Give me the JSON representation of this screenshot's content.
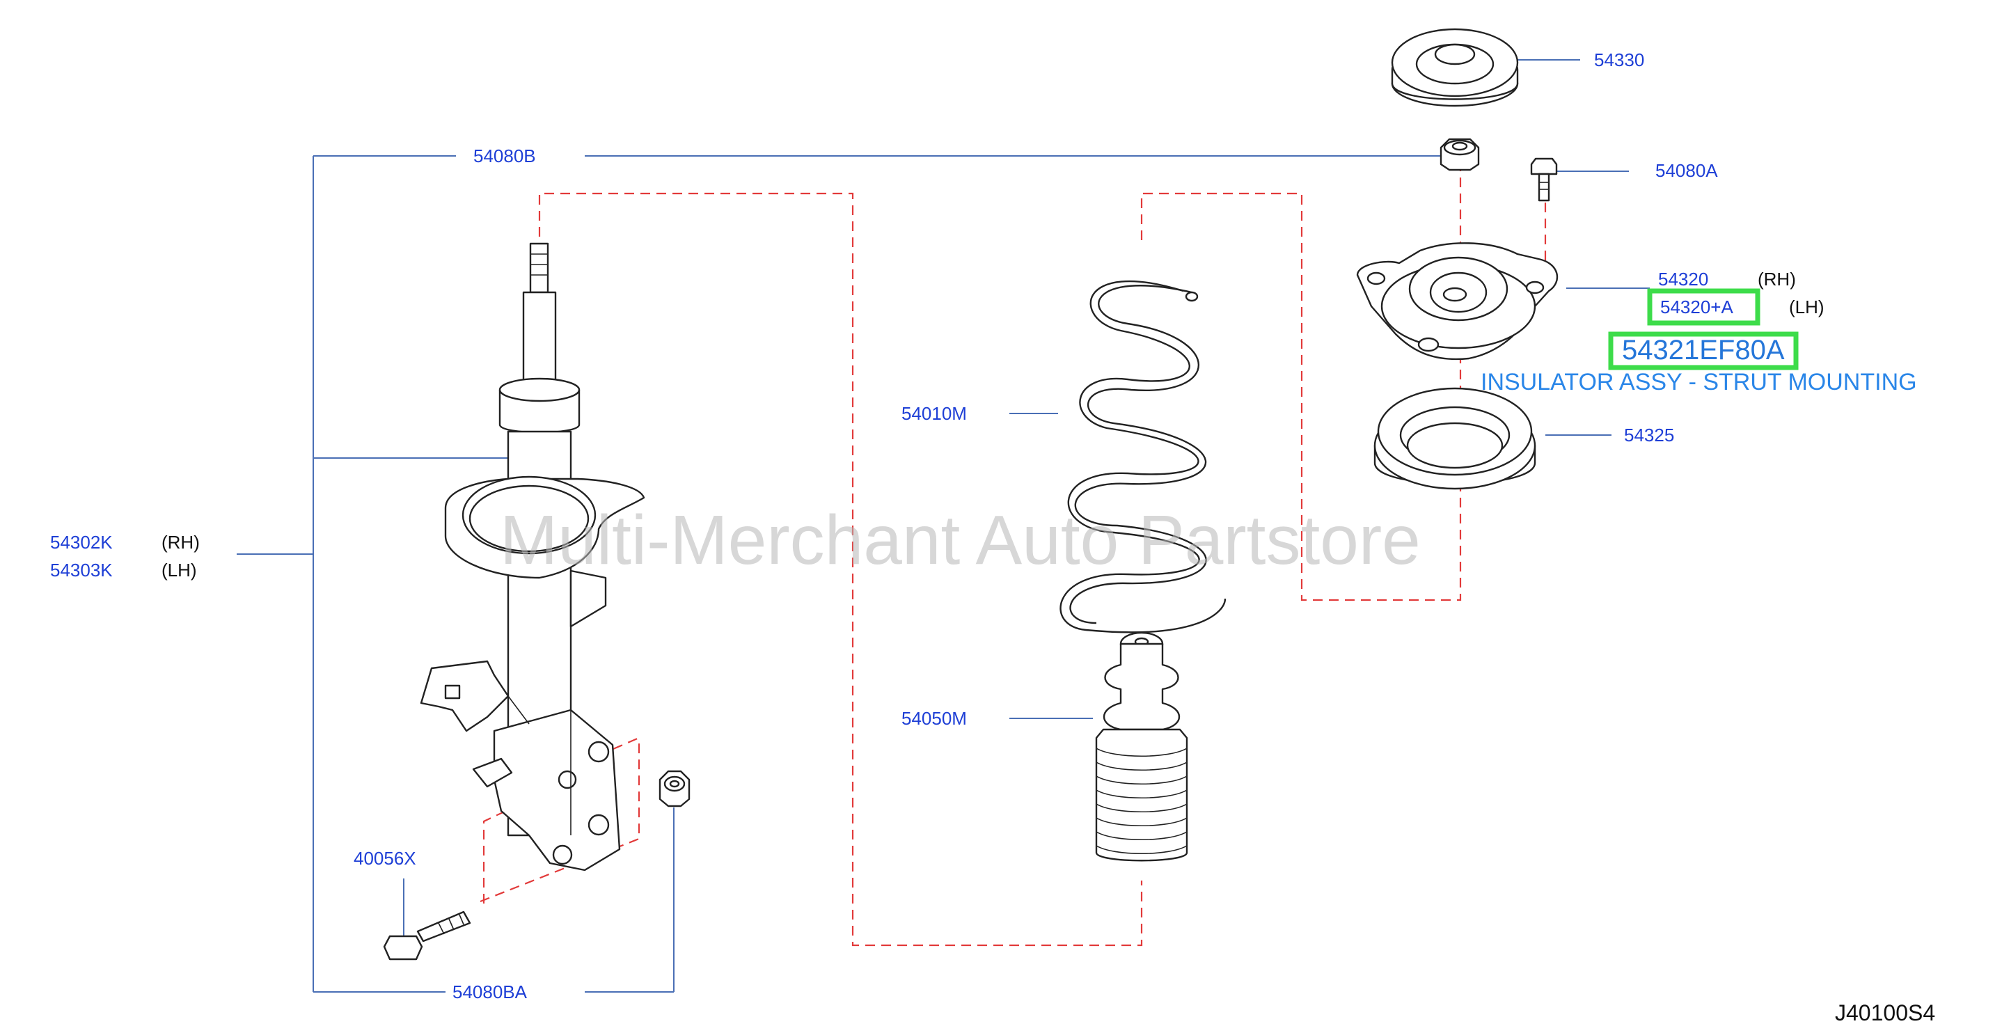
{
  "labels": {
    "top_mount_seat": "54330",
    "bolt_upper": "54080B",
    "bolt_small": "54080A",
    "insulator_rh": "54320",
    "insulator_rh_side": "(RH)",
    "insulator_lh": "54320+A",
    "insulator_lh_side": "(LH)",
    "highlight_part": "54321EF80A",
    "highlight_desc": "INSULATOR ASSY - STRUT MOUNTING",
    "seat": "54325",
    "spring": "54010M",
    "strut_rh": "54302K",
    "strut_rh_side": "(RH)",
    "strut_lh": "54303K",
    "strut_lh_side": "(LH)",
    "bumper": "54050M",
    "bolt_lower": "40056X",
    "nut_lower": "54080BA",
    "diagram_ref": "J40100S4"
  },
  "watermark": "Multi-Merchant Auto Partstore",
  "colors": {
    "part_number": "#1e3fd6",
    "highlight_box": "#3ddc4a",
    "highlight_text": "#2576d9",
    "dashed_line": "#e23a3a"
  }
}
